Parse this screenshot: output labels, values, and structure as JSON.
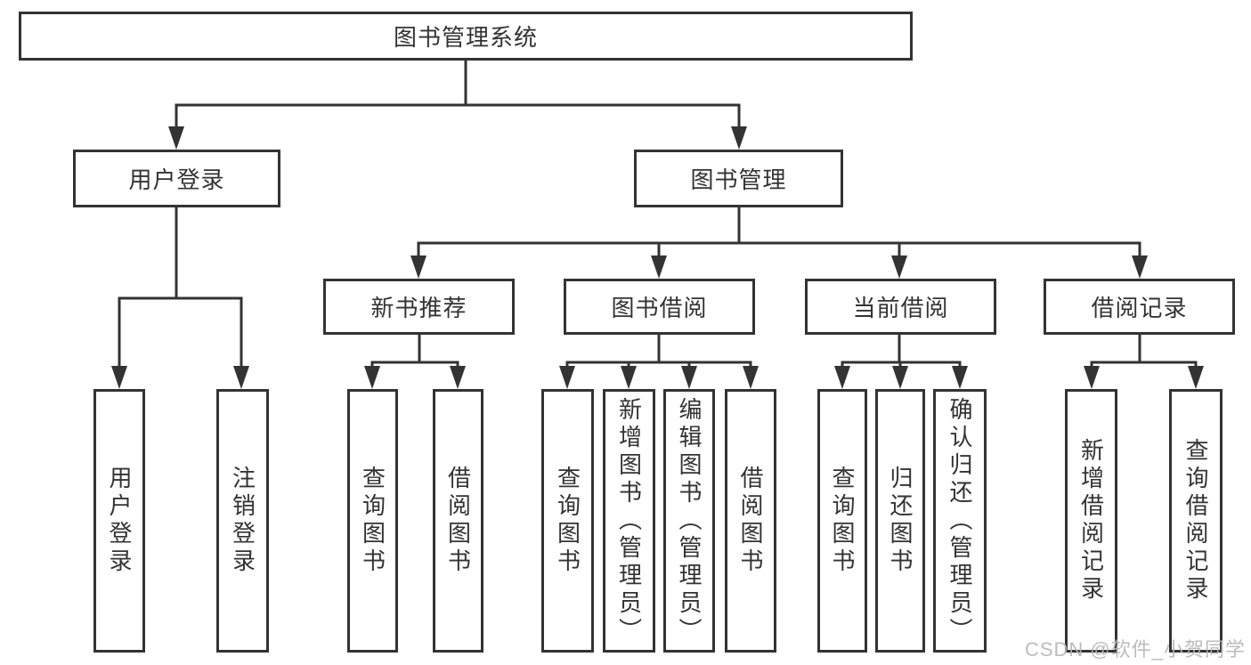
{
  "tree": {
    "root": "图书管理系统",
    "level2": [
      "用户登录",
      "图书管理"
    ],
    "level3": [
      "新书推荐",
      "图书借阅",
      "当前借阅",
      "借阅记录"
    ],
    "login_leaves": [
      "用户登录",
      "注销登录"
    ],
    "newbook_leaves": [
      "查询图书",
      "借阅图书"
    ],
    "borrow_leaves": [
      "查询图书",
      "新增图书（管理员）",
      "编辑图书（管理员）",
      "借阅图书"
    ],
    "current_leaves": [
      "查询图书",
      "归还图书",
      "确认归还（管理员）"
    ],
    "records_leaves": [
      "新增借阅记录",
      "查询借阅记录"
    ]
  },
  "watermark": "CSDN @软件_小贺同学",
  "colors": {
    "line": "#333333",
    "text": "#333333",
    "watermark": "#b5b5b5",
    "background": "#ffffff"
  }
}
